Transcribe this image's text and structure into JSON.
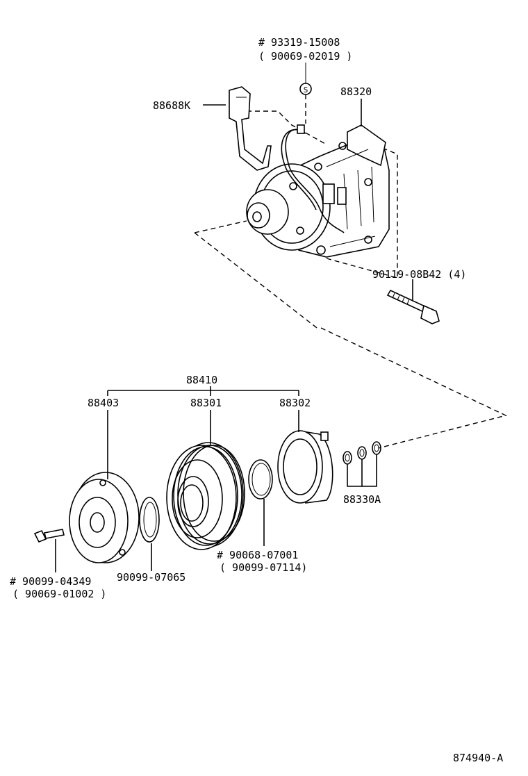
{
  "diagram_id": "874940-A",
  "parts": {
    "bracket": "88688K",
    "compressor": "88320",
    "stud_primary": "# 93319-15008",
    "stud_alt": "( 90069-02019 )",
    "stud_symbol": "S",
    "mount_bolt": "90119-08B42 (4)",
    "clutch_assy": "88410",
    "pressure_plate": "88403",
    "pulley": "88301",
    "stator": "88302",
    "shims": "88330A",
    "bolt_primary": "# 90099-04349",
    "bolt_alt": "( 90069-01002 )",
    "snap_ring_small": "90099-07065",
    "snap_ring_primary": "# 90068-07001",
    "snap_ring_alt": "( 90099-07114)"
  }
}
